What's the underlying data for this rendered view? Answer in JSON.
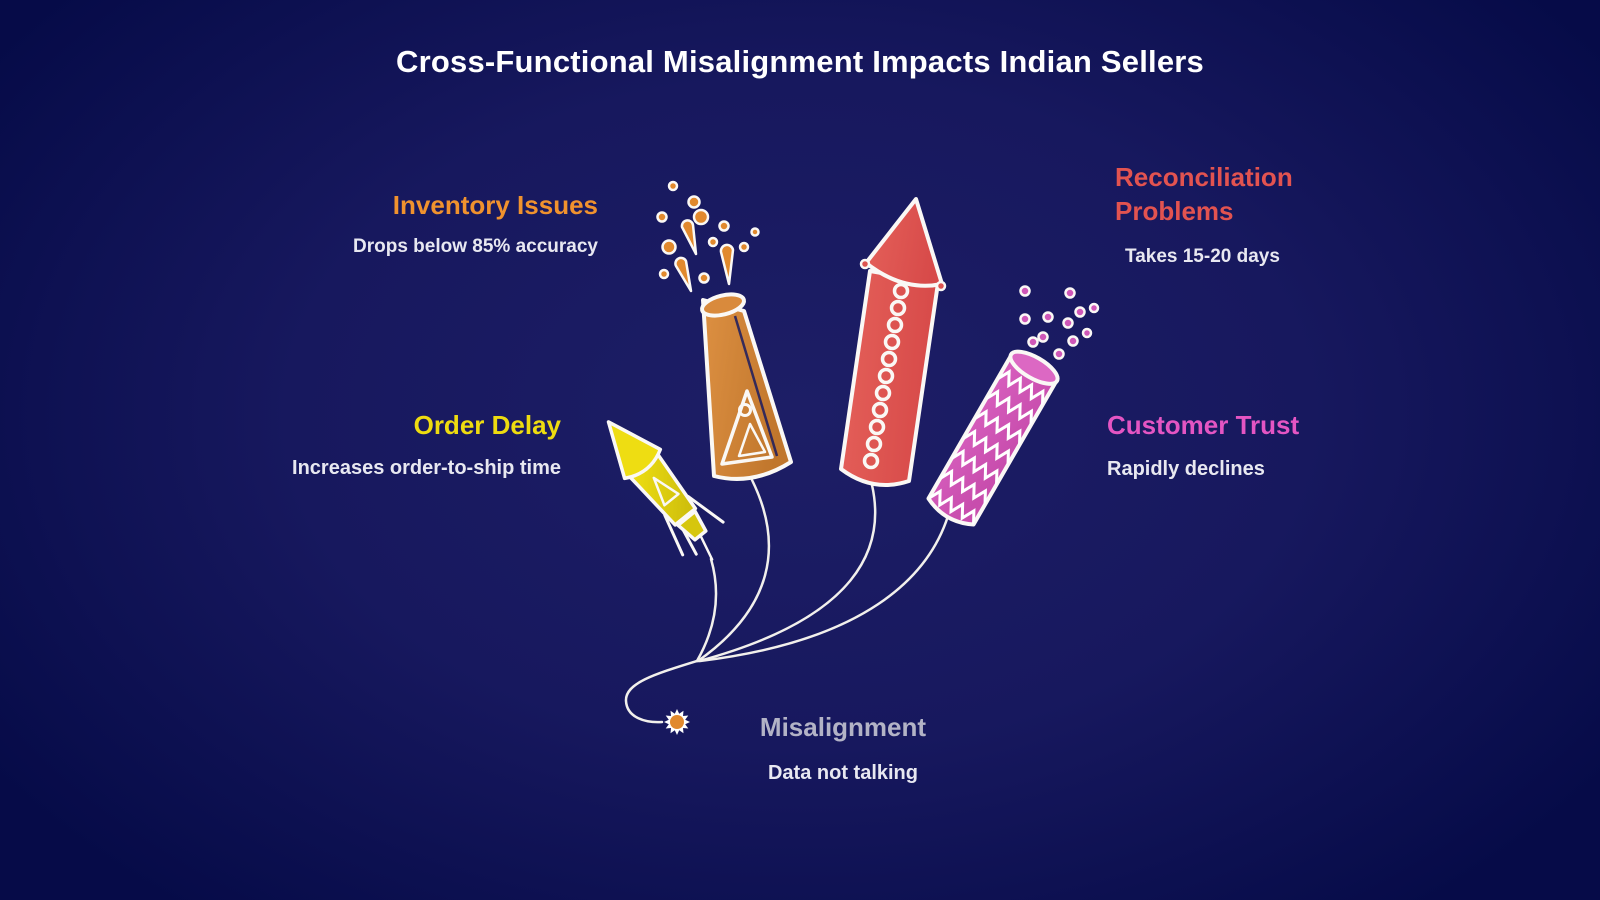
{
  "title": "Cross-Functional Misalignment Impacts Indian Sellers",
  "nodes": [
    {
      "id": "inventory-issues",
      "label": "Inventory Issues",
      "sublabel": "Drops below 85% accuracy",
      "color": "#f0922e",
      "icon": "flower-pot-firework-icon"
    },
    {
      "id": "order-delay",
      "label": "Order Delay",
      "sublabel": "Increases order-to-ship time",
      "color": "#eedc10",
      "icon": "small-rocket-firework-icon"
    },
    {
      "id": "reconciliation-problems",
      "label": "Reconciliation Problems",
      "sublabel": "Takes 15-20 days",
      "color": "#e25350",
      "icon": "rocket-firework-icon"
    },
    {
      "id": "customer-trust",
      "label": "Customer Trust",
      "sublabel": "Rapidly declines",
      "color": "#e455c3",
      "icon": "cracker-tube-firework-icon"
    },
    {
      "id": "misalignment",
      "label": "Misalignment",
      "sublabel": "Data not talking",
      "color": "#b3b3c6",
      "icon": "fuse-spark-icon"
    }
  ],
  "colors": {
    "background_center": "#1d1e66",
    "background_edge": "#060b48",
    "title_text": "#ffffff",
    "sublabel_text": "#e8e8f1",
    "outline_white": "#faf8f5",
    "cone_orange": "#cd8037",
    "spark_orange": "#e1892d",
    "rocket_red": "#dd5450",
    "cracker_pink": "#cf57b8",
    "cracker_cap_pink": "#dc68c3",
    "rocket_yellow": "#e3d212",
    "fuse_line": "#f2f0ec",
    "fold_line": "#1a1b60"
  }
}
